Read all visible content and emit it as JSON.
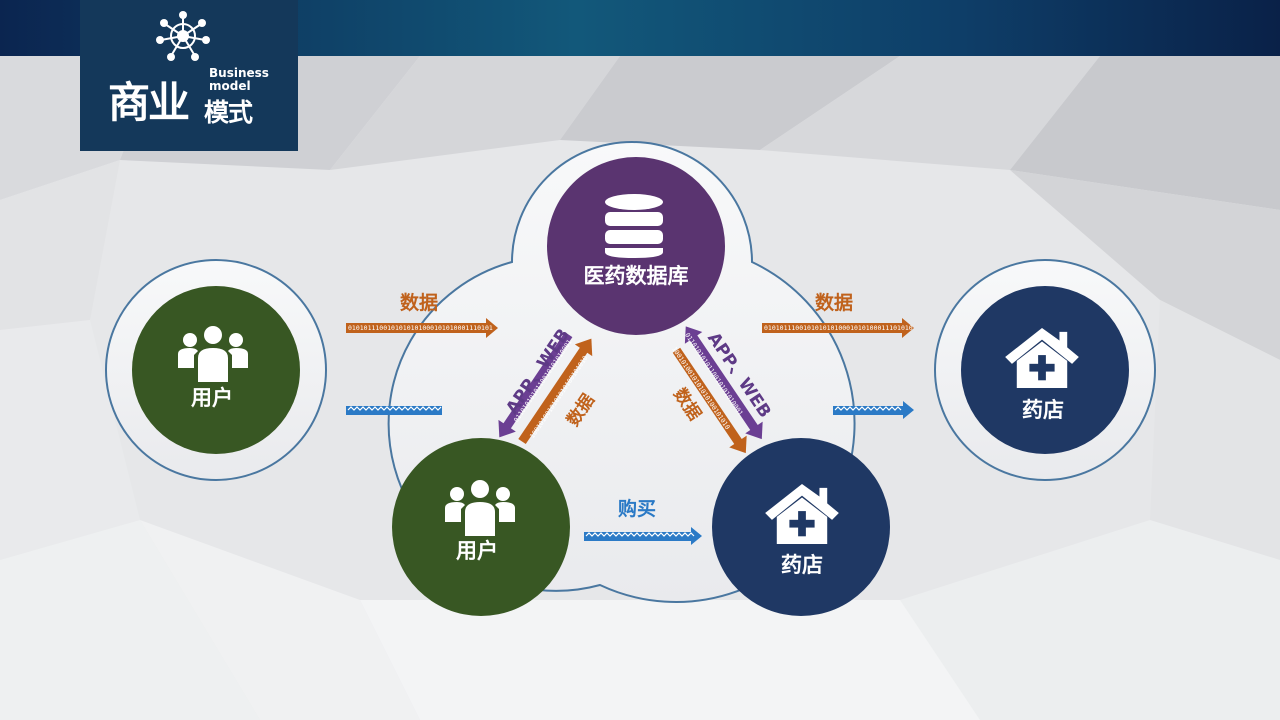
{
  "header": {
    "title_large": "商业",
    "title_small": "模式",
    "title_en": "Business model",
    "icon": "network-icon"
  },
  "nodes": {
    "database": {
      "label": "医药数据库",
      "icon": "database-icon",
      "color": "#5a3470"
    },
    "user_outer": {
      "label": "用户",
      "icon": "users-icon",
      "color": "#385723"
    },
    "pharmacy_outer": {
      "label": "药店",
      "icon": "pharmacy-icon",
      "color": "#1f3864"
    },
    "user_inner": {
      "label": "用户",
      "icon": "users-icon",
      "color": "#385723"
    },
    "pharmacy_inner": {
      "label": "药店",
      "icon": "pharmacy-icon",
      "color": "#1f3864"
    }
  },
  "arrows": {
    "left_data_label": "数据",
    "right_data_label": "数据",
    "left_app_label": "APP、WEB",
    "right_app_label": "APP、WEB",
    "left_inner_data_label": "数据",
    "right_inner_data_label": "数据",
    "purchase_label": "购买",
    "binary_a": "0101011100101010101000101010001110101",
    "binary_b": "01010111001010101010001010100011101010",
    "binary_c": "0110101010110010101010001",
    "binary_d": "1001010010101010100101010"
  },
  "colors": {
    "orange": "#c0621c",
    "purple": "#5e3a86",
    "blue": "#2b7ac6",
    "header": "#14385a"
  }
}
